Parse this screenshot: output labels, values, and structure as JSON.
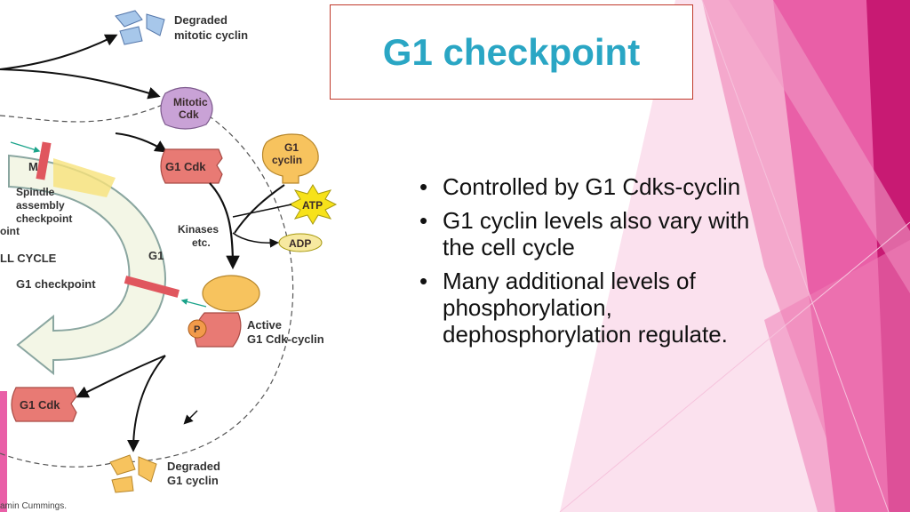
{
  "title": "G1 checkpoint",
  "bullets": [
    "Controlled by G1  Cdks-cyclin",
    "G1 cyclin levels also vary with the cell cycle",
    "Many additional levels of phosphorylation, dephosphorylation regulate."
  ],
  "diagram": {
    "degraded_mitotic_cyclin": [
      "Degraded",
      "mitotic cyclin"
    ],
    "mitotic_cdk": [
      "Mitotic",
      "Cdk"
    ],
    "g1_cdk_top": "G1 Cdk",
    "g1_cyclin": [
      "G1",
      "cyclin"
    ],
    "atp": "ATP",
    "adp": "ADP",
    "kinases": [
      "Kinases",
      "etc."
    ],
    "m_phase": "M",
    "spindle_checkpoint": [
      "Spindle",
      "assembly",
      "checkpoint",
      "oint"
    ],
    "cell_cycle": "LL CYCLE",
    "g1_phase": "G1",
    "g1_checkpoint": "G1 checkpoint",
    "phosphate": "P",
    "active_complex": [
      "Active",
      "G1 Cdk-cyclin"
    ],
    "g1_cdk_bottom": "G1 Cdk",
    "degraded_g1_cyclin": [
      "Degraded",
      "G1 cyclin"
    ],
    "credit": "amin Cummings."
  },
  "colors": {
    "title": "#2aa6c4",
    "title_border": "#c0392b",
    "pink_dark": "#c2186f",
    "pink_mid": "#e85aa5",
    "pink_light": "#f6bcd9",
    "cdk_red": "#e87a74",
    "cyclin_yellow": "#f7c35e",
    "mitotic_purple": "#c9a2d6",
    "cycle_arrow_fill": "#f3f6e6"
  }
}
